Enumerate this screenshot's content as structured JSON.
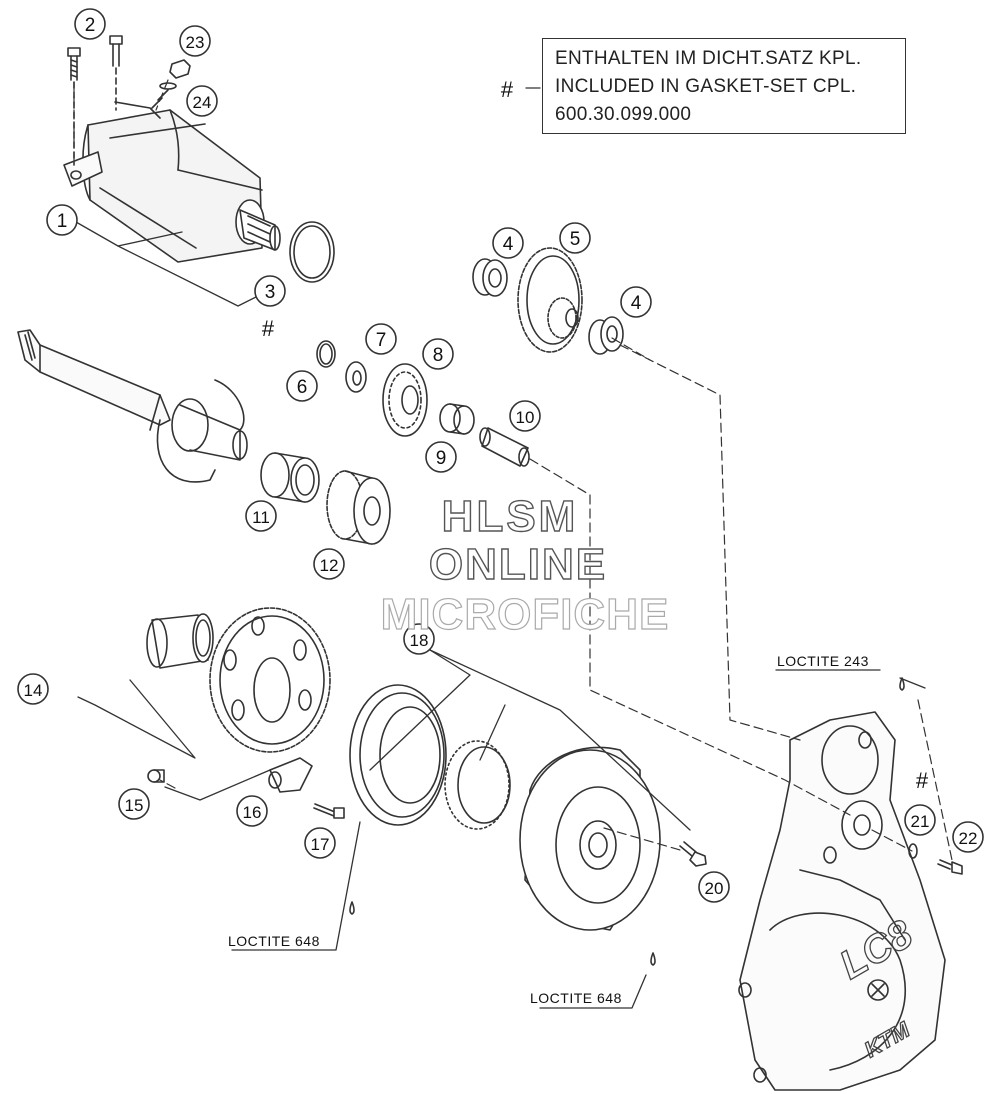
{
  "note": {
    "line1": "ENTHALTEN IM DICHT.SATZ KPL.",
    "line2": "INCLUDED IN GASKET-SET CPL.",
    "line3": "600.30.099.000",
    "marker": "#"
  },
  "watermark": {
    "line1": "HLSM",
    "line2": "ONLINE",
    "line3": "MICROFICHE"
  },
  "callouts": {
    "c1": "1",
    "c2": "2",
    "c3": "3",
    "c4a": "4",
    "c4b": "4",
    "c5": "5",
    "c6": "6",
    "c7": "7",
    "c8": "8",
    "c9": "9",
    "c10": "10",
    "c11": "11",
    "c12": "12",
    "c14": "14",
    "c15": "15",
    "c16": "16",
    "c17": "17",
    "c18": "18",
    "c20": "20",
    "c21": "21",
    "c22": "22",
    "c23": "23",
    "c24": "24"
  },
  "markers": {
    "hash_starter": "#",
    "hash_cover": "#"
  },
  "loctite": {
    "l243": "LOCTITE 243",
    "l648_left": "LOCTITE 648",
    "l648_right": "LOCTITE 648"
  },
  "cover_text": {
    "logo": "LC8",
    "brand": "KTM"
  }
}
